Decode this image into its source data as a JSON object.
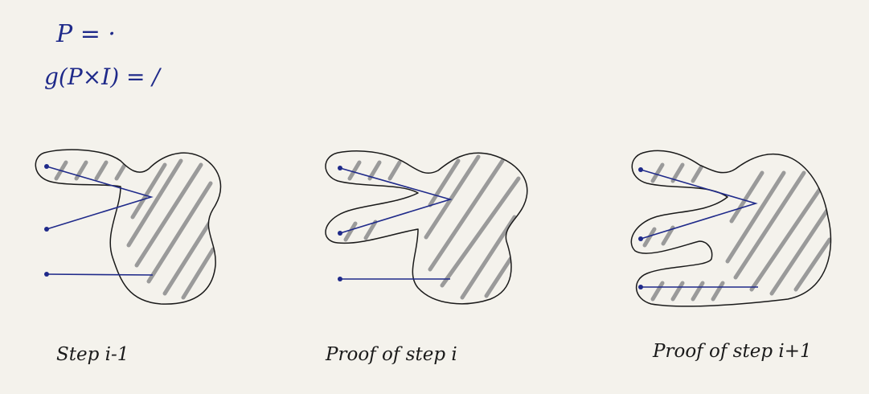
{
  "notes": {
    "line1": "P = ·",
    "line2": "g(P×I) = /"
  },
  "panels": [
    {
      "caption": "Step i-1"
    },
    {
      "caption": "Proof of step i"
    },
    {
      "caption": "Proof of step i+1"
    }
  ],
  "colors": {
    "background": "#f4f2ec",
    "ink_blue": "#1f2a8a",
    "outline": "#1a1a1a",
    "hatching": "#9a9a9a"
  }
}
